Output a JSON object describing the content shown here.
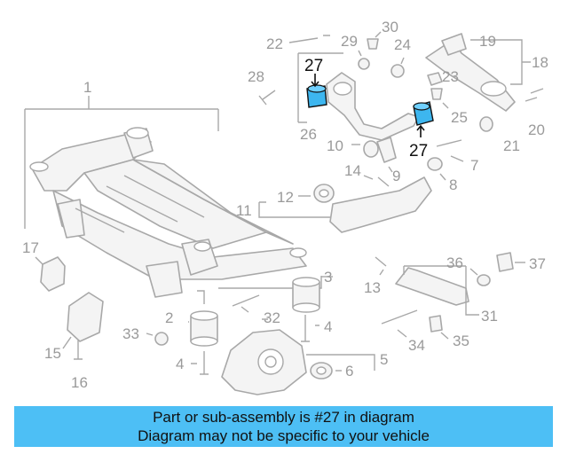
{
  "colors": {
    "highlight_part": "#3db6ef",
    "banner": "#4dbff5",
    "label": "#9a9a9a",
    "highlight_label": "#111111"
  },
  "callouts": {
    "c1": "1",
    "c2": "2",
    "c3": "3",
    "c4a": "4",
    "c4b": "4",
    "c5": "5",
    "c6": "6",
    "c7": "7",
    "c8": "8",
    "c9": "9",
    "c10": "10",
    "c11": "11",
    "c12": "12",
    "c13": "13",
    "c14": "14",
    "c15": "15",
    "c16": "16",
    "c17": "17",
    "c18": "18",
    "c19": "19",
    "c20": "20",
    "c21": "21",
    "c22": "22",
    "c23": "23",
    "c24": "24",
    "c25": "25",
    "c26": "26",
    "c27a": "27",
    "c27b": "27",
    "c28": "28",
    "c29": "29",
    "c30": "30",
    "c31": "31",
    "c32": "32",
    "c33": "33",
    "c34": "34",
    "c35": "35",
    "c36": "36",
    "c37": "37"
  },
  "banner": {
    "line1": "Part or sub-assembly is #27 in diagram",
    "line2": "Diagram may not be specific to your vehicle"
  }
}
